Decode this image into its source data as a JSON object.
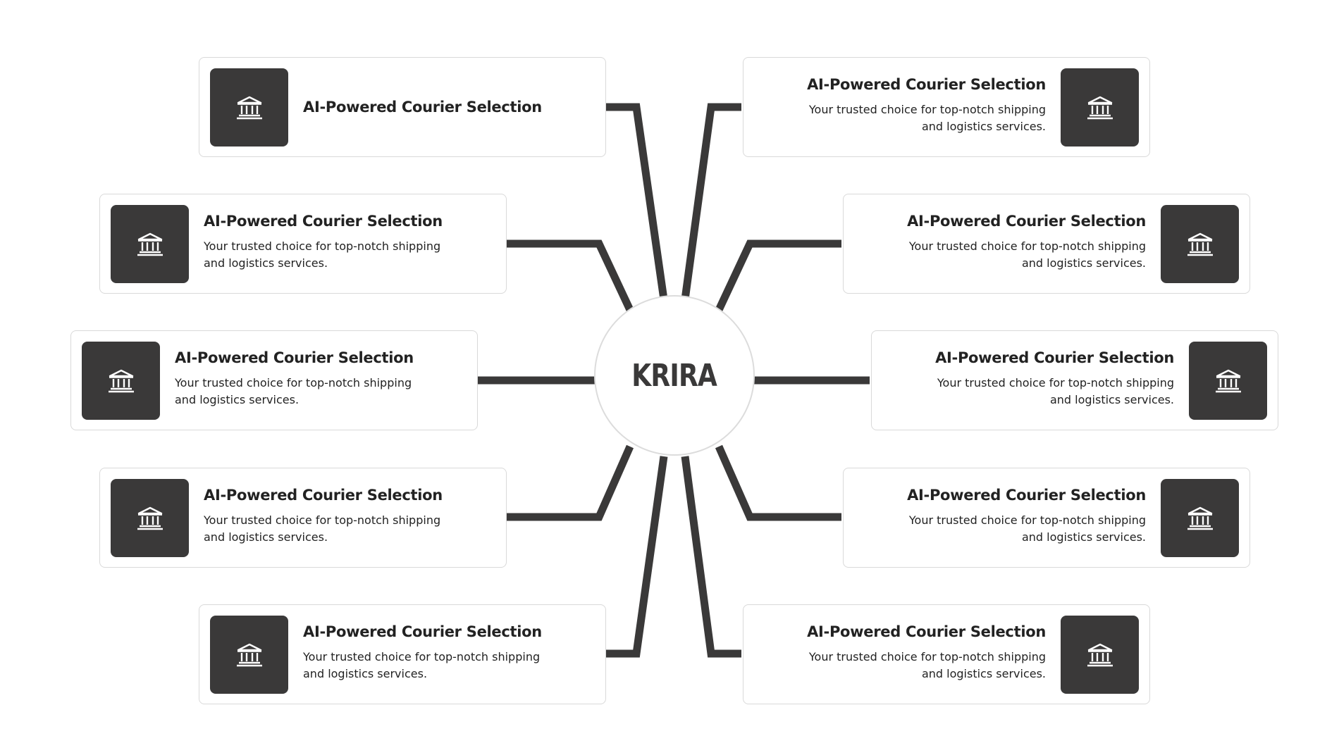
{
  "center": {
    "label": "KRIRA"
  },
  "colors": {
    "accent": "#3a3939",
    "border": "#d9d9d9"
  },
  "icon": "bank-icon",
  "cards": [
    {
      "side": "left",
      "title": "AI-Powered Courier Selection",
      "desc": ""
    },
    {
      "side": "left",
      "title": "AI-Powered Courier Selection",
      "desc": "Your trusted choice for top-notch shipping and logistics services."
    },
    {
      "side": "left",
      "title": "AI-Powered Courier Selection",
      "desc": "Your trusted choice for top-notch shipping and logistics services."
    },
    {
      "side": "left",
      "title": "AI-Powered Courier Selection",
      "desc": "Your trusted choice for top-notch shipping and logistics services."
    },
    {
      "side": "left",
      "title": "AI-Powered Courier Selection",
      "desc": "Your trusted choice for top-notch shipping and logistics services."
    },
    {
      "side": "right",
      "title": "AI-Powered Courier Selection",
      "desc": "Your trusted choice for top-notch shipping and logistics services."
    },
    {
      "side": "right",
      "title": "AI-Powered Courier Selection",
      "desc": "Your trusted choice for top-notch shipping and logistics services."
    },
    {
      "side": "right",
      "title": "AI-Powered Courier Selection",
      "desc": "Your trusted choice for top-notch shipping and logistics services."
    },
    {
      "side": "right",
      "title": "AI-Powered Courier Selection",
      "desc": "Your trusted choice for top-notch shipping and logistics services."
    },
    {
      "side": "right",
      "title": "AI-Powered Courier Selection",
      "desc": "Your trusted choice for top-notch shipping and logistics services."
    }
  ]
}
